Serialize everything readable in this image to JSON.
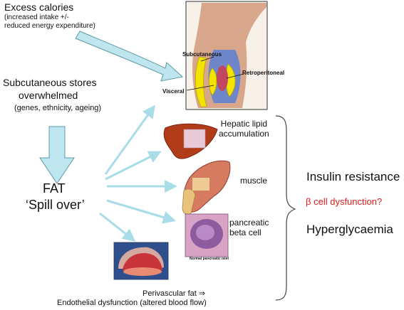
{
  "excess": {
    "title": "Excess calories",
    "sub_line1": "(increased intake +/-",
    "sub_line2": "reduced energy expenditure)"
  },
  "stores": {
    "line1": "Subcutaneous stores",
    "line2": "overwhelmed",
    "line3": "(genes, ethnicity, ageing)"
  },
  "fat": {
    "line1": "FAT",
    "line2": "‘Spill over’"
  },
  "body_labels": {
    "subcutaneous": "Subcutaneous",
    "retroperitoneal": "Retroperitoneal",
    "visceral": "Visceral"
  },
  "organs": {
    "hepatic_line1": "Hepatic lipid",
    "hepatic_line2": "accumulation",
    "muscle": "muscle",
    "pancreatic_line1": "pancreatic",
    "pancreatic_line2": "beta cell",
    "islet_caption": "Normal pancreatic islet"
  },
  "vessel": {
    "line1": "Perivascular fat ⇒",
    "line2": "Endothelial dysfunction (altered blood flow)"
  },
  "outcomes": {
    "insulin_resistance": "Insulin resistance",
    "beta_dysfunction": "β cell dysfunction?",
    "hyperglycaemia": "Hyperglycaemia"
  },
  "colors": {
    "arrow_fill": "#bfe6ee",
    "arrow_stroke": "#5b9aa8",
    "beta_red": "#e11d1d"
  }
}
